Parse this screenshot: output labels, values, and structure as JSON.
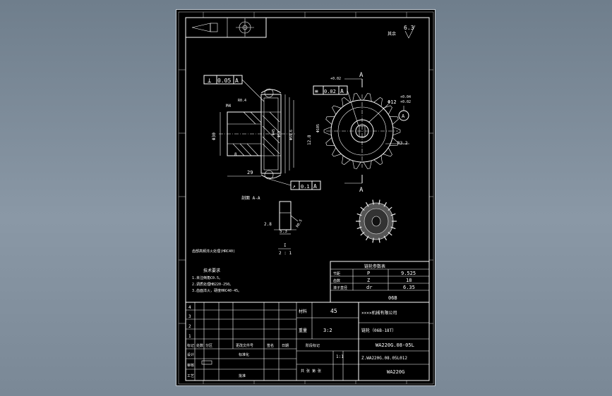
{
  "drawing": {
    "roughness_default": "6.3",
    "roughness_default_note": "其余",
    "section_label": "剖面 A-A",
    "cut_label": "A",
    "detail_scale_num": "I",
    "detail_scale_den": "2 : 1"
  },
  "dimensions": {
    "perp_tol": "0.05",
    "perp_datum": "A",
    "sym_tol": "0.02",
    "sym_datum": "A",
    "runout_tol": "0.1",
    "runout_datum": "A",
    "roughness_ra": "R0.4",
    "m4": "M4",
    "dia30": "Φ30",
    "dim8": "8",
    "dim29": "29",
    "hub_len": "9",
    "dias": [
      "Φ45",
      "Φ53",
      "Φ59.6"
    ],
    "dia105": "Φ105",
    "dim12_8": "12.8",
    "bore": "Φ12",
    "bore_tol_up": "+0.04",
    "bore_tol_low": "+0.02",
    "key_tol": "+0.02",
    "datum_A": "A",
    "r32": "R3.2",
    "key_w": "2.8",
    "key_depth": "5.3",
    "key_r": "R0.5"
  },
  "chain_params": {
    "title": "链轮参数表",
    "rows": [
      {
        "name": "节距",
        "sym": "P",
        "value": "9.525"
      },
      {
        "name": "齿数",
        "sym": "Z",
        "value": "18"
      },
      {
        "name": "滚子直径",
        "sym": "dr",
        "value": "6.35"
      }
    ],
    "chain_no": "06B"
  },
  "requirements": {
    "note_title": "技术要求",
    "lines": [
      "1.未注倒角C0.5。",
      "2.调质处理HB220-250。",
      "3.齿面淬火，硬度HRC40-45。"
    ],
    "hardening_note": "齿部高频淬火处理(HRC40)"
  },
  "title_block": {
    "material": "45",
    "material_label": "材料",
    "weight_label": "重量",
    "scale_value": "3:2",
    "company": "××××机械有限公司",
    "part_name": "链轮（06B-18T）",
    "drawing_no": "WA220G.08-05L",
    "assembly_no": "Z.WA220G.08.05L012",
    "product": "WA220G",
    "sheet_count": "1:1",
    "rev_numbers": [
      "4",
      "3",
      "2",
      "1"
    ],
    "headers": [
      "标记",
      "处数",
      "分区",
      "更改文件号",
      "签名",
      "日期"
    ],
    "roles": [
      "设计",
      "标准化",
      "审核",
      "工艺",
      "批准"
    ],
    "stage_label": "阶段标记",
    "sheet_label": "共 张 第 张"
  }
}
